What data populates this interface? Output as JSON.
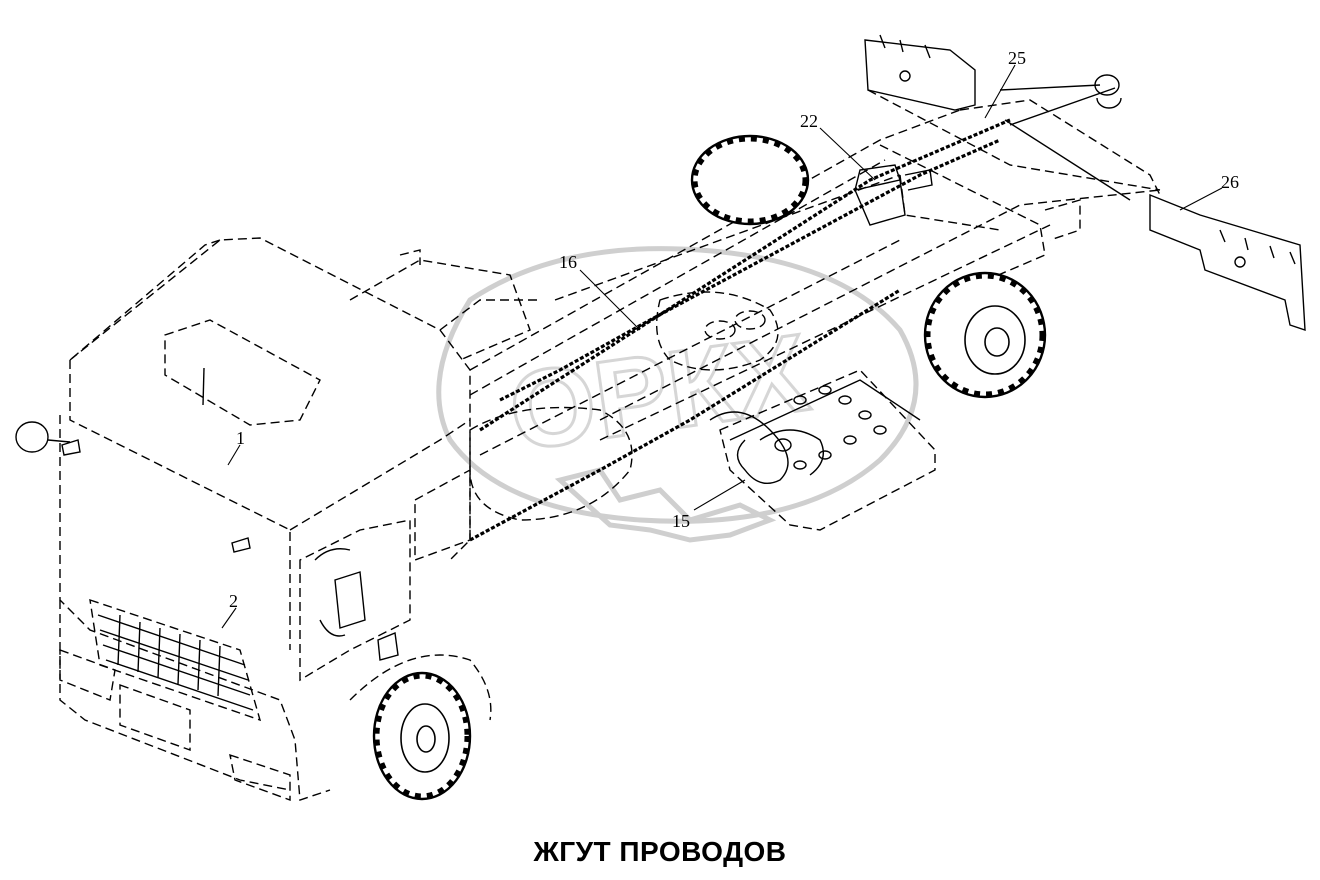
{
  "caption": "ЖГУТ ПРОВОДОВ",
  "callouts": [
    "1",
    "2",
    "15",
    "16",
    "22",
    "25",
    "26"
  ],
  "watermark_text": "ОРКХ"
}
